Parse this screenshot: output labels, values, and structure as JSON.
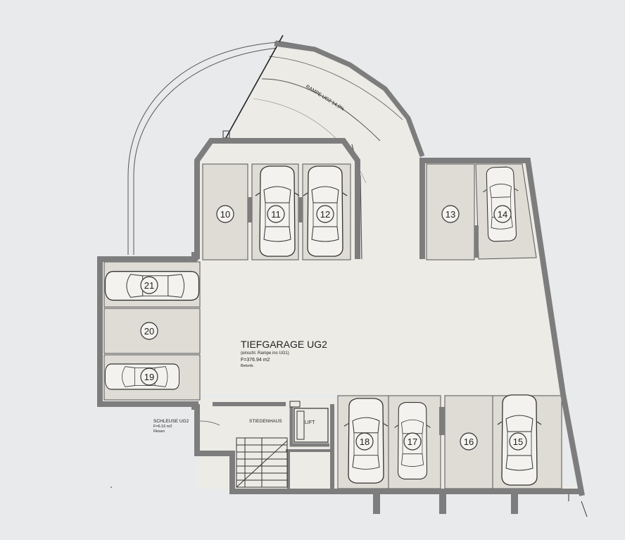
{
  "plan": {
    "title": "TIEFGARAGE  UG2",
    "subtitle": "(einschl. Rampe ins UG1)",
    "area": "F=376.94 m2",
    "floor": "Betonb.",
    "ramp_label": "RAMPE UG2 14,0%",
    "lock_label": "SCHLEUSE UG2",
    "lock_area": "F=6.16 m2",
    "lock_floor": "Fliesen",
    "stair_label": "STIEGENHAUS",
    "lift_label": "LIFT"
  },
  "spaces": [
    {
      "number": "10",
      "car": false
    },
    {
      "number": "11",
      "car": true
    },
    {
      "number": "12",
      "car": true
    },
    {
      "number": "13",
      "car": false
    },
    {
      "number": "14",
      "car": true
    },
    {
      "number": "15",
      "car": true
    },
    {
      "number": "16",
      "car": false
    },
    {
      "number": "17",
      "car": true
    },
    {
      "number": "18",
      "car": true
    },
    {
      "number": "19",
      "car": true
    },
    {
      "number": "20",
      "car": false
    },
    {
      "number": "21",
      "car": true
    }
  ],
  "colors": {
    "background": "#e9eaec",
    "wall": "#7d7d7d",
    "floor": "#ecebe6",
    "bay": "#dedcd5",
    "line": "#333333"
  }
}
